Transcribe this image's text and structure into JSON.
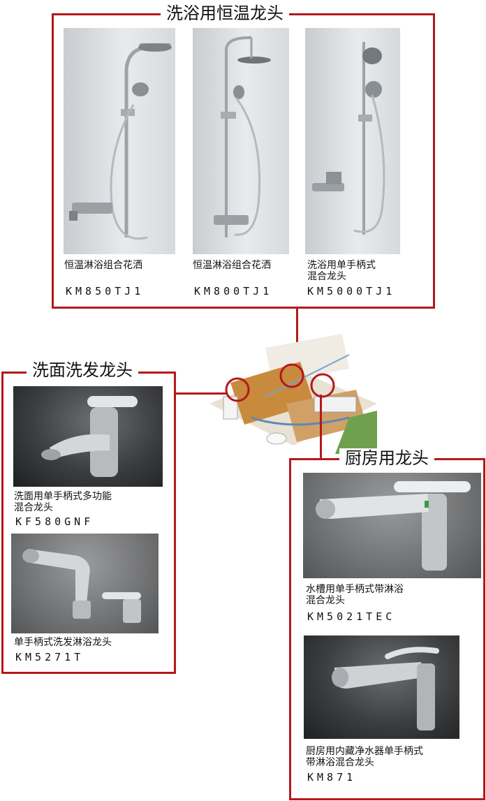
{
  "sections": {
    "bath": {
      "title": "洗浴用恒温龙头",
      "products": [
        {
          "name": "恒温淋浴组合花洒",
          "model": "KM850TJ1"
        },
        {
          "name": "恒温淋浴组合花洒",
          "model": "KM800TJ1"
        },
        {
          "name_line1": "洗浴用单手柄式",
          "name_line2": "混合龙头",
          "model": "KM5000TJ1"
        }
      ]
    },
    "wash": {
      "title": "洗面洗发龙头",
      "products": [
        {
          "name_line1": "洗面用单手柄式多功能",
          "name_line2": "混合龙头",
          "model": "KF580GNF"
        },
        {
          "name": "单手柄式洗发淋浴龙头",
          "model": "KM5271T"
        }
      ]
    },
    "kitchen": {
      "title": "厨房用龙头",
      "products": [
        {
          "name_line1": "水槽用单手柄式带淋浴",
          "name_line2": "混合龙头",
          "model": "KM5021TEC"
        },
        {
          "name_line1": "厨房用内藏净水器单手柄式",
          "name_line2": "带淋浴混合龙头",
          "model": "KM871"
        }
      ]
    }
  },
  "colors": {
    "frame": "#b3191c",
    "text": "#111111"
  }
}
